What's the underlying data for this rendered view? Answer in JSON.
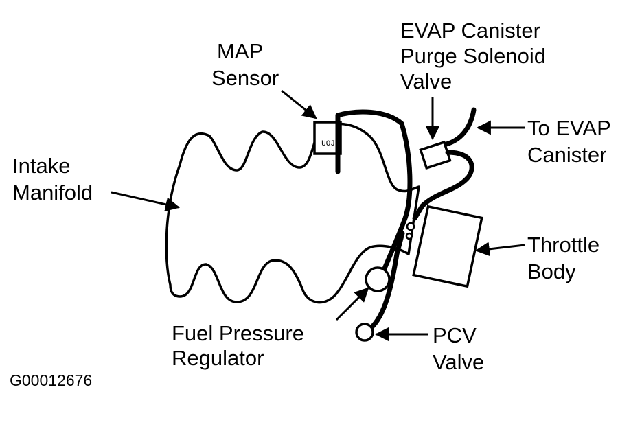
{
  "labels": {
    "map_sensor": [
      "MAP",
      "Sensor"
    ],
    "evap_valve": [
      "EVAP Canister",
      "Purge Solenoid",
      "Valve"
    ],
    "to_evap": [
      "To EVAP",
      "Canister"
    ],
    "intake_manifold": [
      "Intake",
      "Manifold"
    ],
    "throttle_body": [
      "Throttle",
      "Body"
    ],
    "fuel_pressure_regulator": [
      "Fuel Pressure",
      "Regulator"
    ],
    "pcv_valve": [
      "PCV",
      "Valve"
    ]
  },
  "figure_id": "G00012676"
}
